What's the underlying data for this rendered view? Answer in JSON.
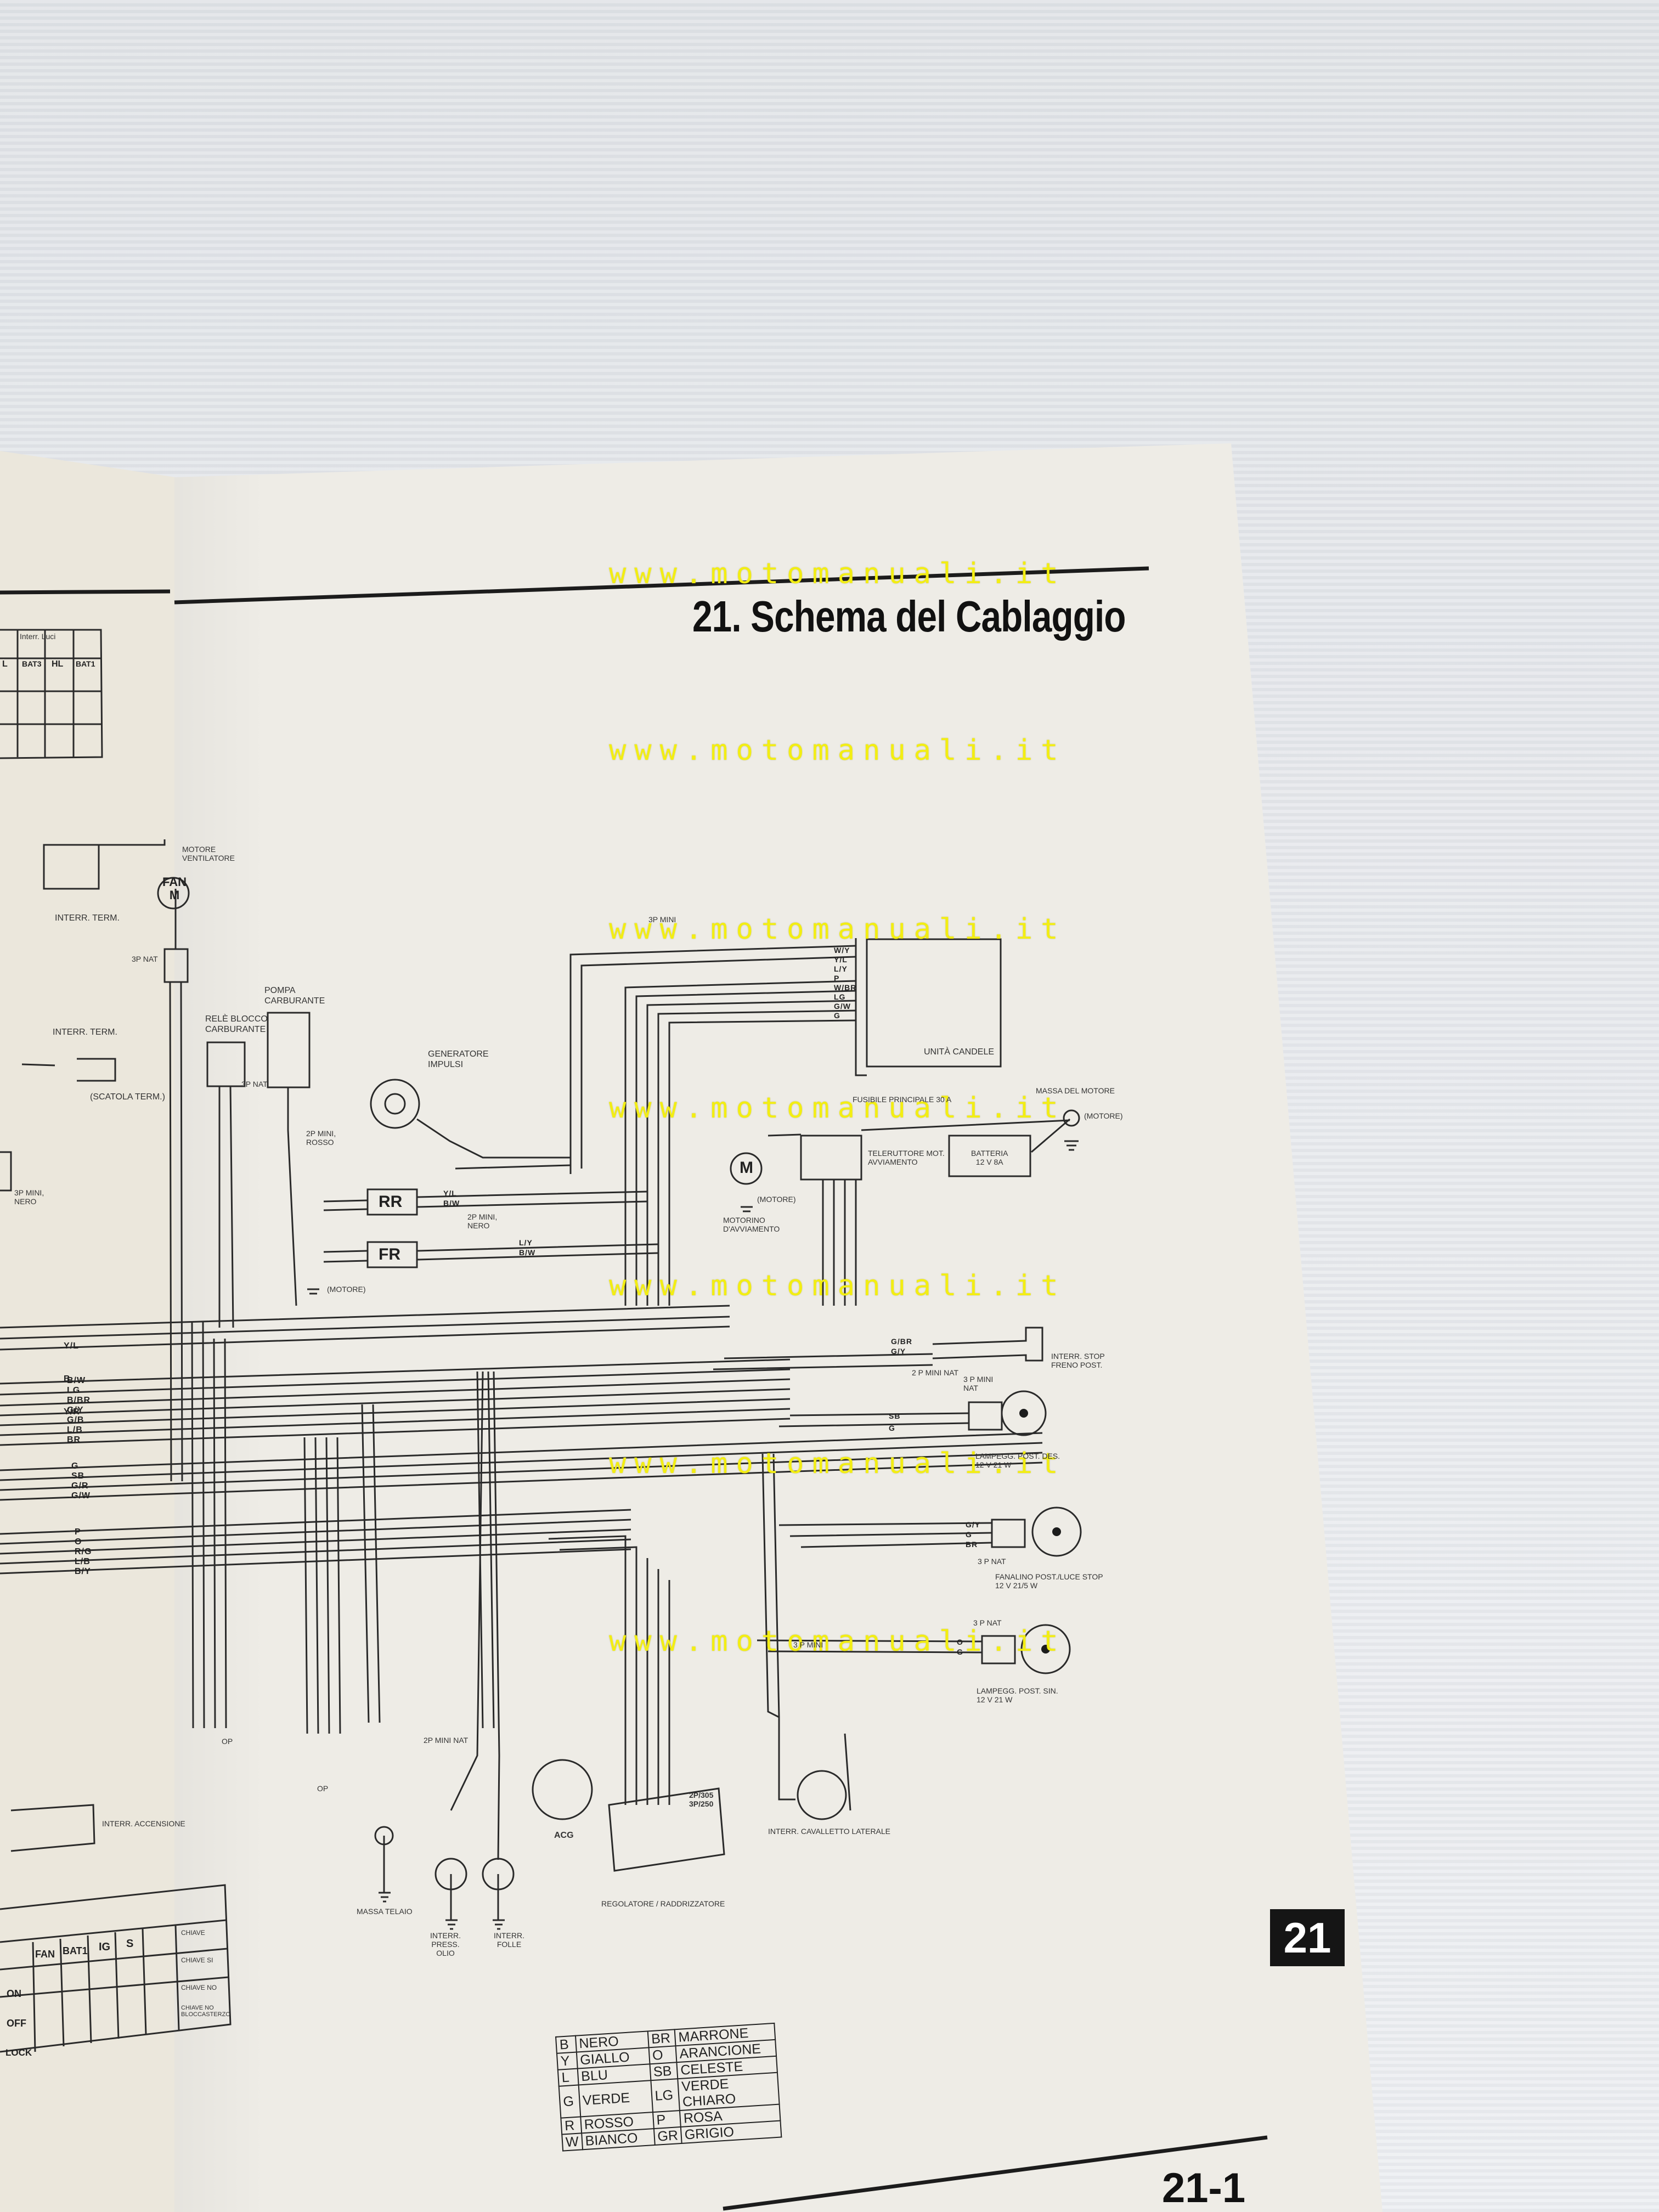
{
  "watermark": "www.motomanuali.it",
  "title": "21. Schema del Cablaggio",
  "section_tab": "21",
  "page_number": "21-1",
  "components": {
    "unita_candele": "UNITÀ CANDELE",
    "generatore_impulsi": "GENERATORE\nIMPULSI",
    "pompa_carburante": "POMPA\nCARBURANTE",
    "rele_blocco": "RELÈ BLOCCO\nCARBURANTE",
    "motore_ventilatore": "MOTORE\nVENTILATORE",
    "interr_term_1": "INTERR. TERM.",
    "interr_term_2": "INTERR. TERM.",
    "scatola_term": "(SCATOLA TERM.)",
    "massa_motore": "MASSA DEL MOTORE",
    "motore_ref": "(MOTORE)",
    "teleruttore": "TELERUTTORE MOT.\nAVVIAMENTO",
    "fusibile": "FUSIBILE PRINCIPALE 30 A",
    "batteria": "BATTERIA\n12 V 8A",
    "motorino": "MOTORINO\nD'AVVIAMENTO",
    "motore_ref2": "(MOTORE)",
    "motore_ref3": "(MOTORE)",
    "interr_stop": "INTERR. STOP\nFRENO POST.",
    "lamp_post_des": "LAMPEGG. POST. DES.\n12 V 21 W",
    "fanalino": "FANALINO POST./LUCE STOP\n12 V 21/5 W",
    "lamp_post_sin": "LAMPEGG. POST. SIN.\n12 V 21 W",
    "interr_cavalletto": "INTERR. CAVALLETTO LATERALE",
    "regolatore": "REGOLATORE / RADDRIZZATORE",
    "acg": "ACG",
    "massa_telaio": "MASSA TELAIO",
    "interr_press_olio": "INTERR.\nPRESS.\nOLIO",
    "interr_folle": "INTERR.\nFOLLE",
    "interr_accensione": "INTERR. ACCENSIONE",
    "interr_luci": "Interr. Luci",
    "rr": "RR",
    "fr": "FR",
    "m": "M",
    "fan_m": "FAN\nM"
  },
  "connectors": {
    "c3p_mini_top": "3P MINI",
    "c3p_nat_left": "3P NAT",
    "c3p_nat_2": "3P NAT",
    "c2p_mini_rosso": "2P MINI,\nROSSO",
    "c2p_mini_nero": "2P MINI,\nNERO",
    "c3p_mini_nero": "3P MINI,\nNERO",
    "c2p_mini_nat_1": "2 P MINI NAT",
    "c3p_mini_nat": "3 P MINI\nNAT",
    "c3p_nat_3": "3 P NAT",
    "c3p_nat_4": "3 P NAT",
    "c3p_mini_mid": "3 P MINI",
    "c2p_mini_nat_2": "2P MINI NAT",
    "c2p305": "2P/305\n3P/250",
    "op1": "OP",
    "op2": "OP"
  },
  "wire_codes": {
    "bus_left": [
      "Y/L",
      "B",
      "Y/R"
    ],
    "bus_mid": [
      "B/W",
      "LG",
      "B/BR",
      "G/Y",
      "G/B",
      "L/B",
      "BR"
    ],
    "bus_low": [
      "G",
      "SB",
      "G/R",
      "G/W"
    ],
    "bus_bottom": [
      "P",
      "O",
      "R/G",
      "L/B",
      "B/Y"
    ],
    "top_conn": [
      "W/Y",
      "Y/L",
      "L/Y",
      "P",
      "W/BR",
      "LG",
      "G/W",
      "G"
    ],
    "rr_wires": [
      "Y/L",
      "B/W"
    ],
    "fr_wires": [
      "L/Y",
      "B/W"
    ],
    "stop_wires": [
      "G/BR",
      "G/Y"
    ],
    "lamp_des_wires": [
      "SB",
      "G"
    ],
    "fanalino_wires": [
      "G/Y",
      "G",
      "BR"
    ],
    "lamp_sin_wires": [
      "O",
      "G"
    ]
  },
  "ignition_table": {
    "headers": [
      "FAN",
      "BAT1",
      "IG",
      "S"
    ],
    "rows": [
      "ON",
      "OFF",
      "LOCK"
    ],
    "notes": [
      "CHIAVE",
      "CHIAVE SI",
      "CHIAVE NO",
      "CHIAVE NO\nBLOCCASTERZO"
    ]
  },
  "lights_table": {
    "headers": [
      "L",
      "BAT3",
      "HL",
      "BAT1"
    ]
  },
  "color_legend": [
    {
      "code": "B",
      "name": "NERO",
      "code2": "BR",
      "name2": "MARRONE"
    },
    {
      "code": "Y",
      "name": "GIALLO",
      "code2": "O",
      "name2": "ARANCIONE"
    },
    {
      "code": "L",
      "name": "BLU",
      "code2": "SB",
      "name2": "CELESTE"
    },
    {
      "code": "G",
      "name": "VERDE",
      "code2": "LG",
      "name2": "VERDE CHIARO"
    },
    {
      "code": "R",
      "name": "ROSSO",
      "code2": "P",
      "name2": "ROSA"
    },
    {
      "code": "W",
      "name": "BIANCO",
      "code2": "GR",
      "name2": "GRIGIO"
    }
  ]
}
